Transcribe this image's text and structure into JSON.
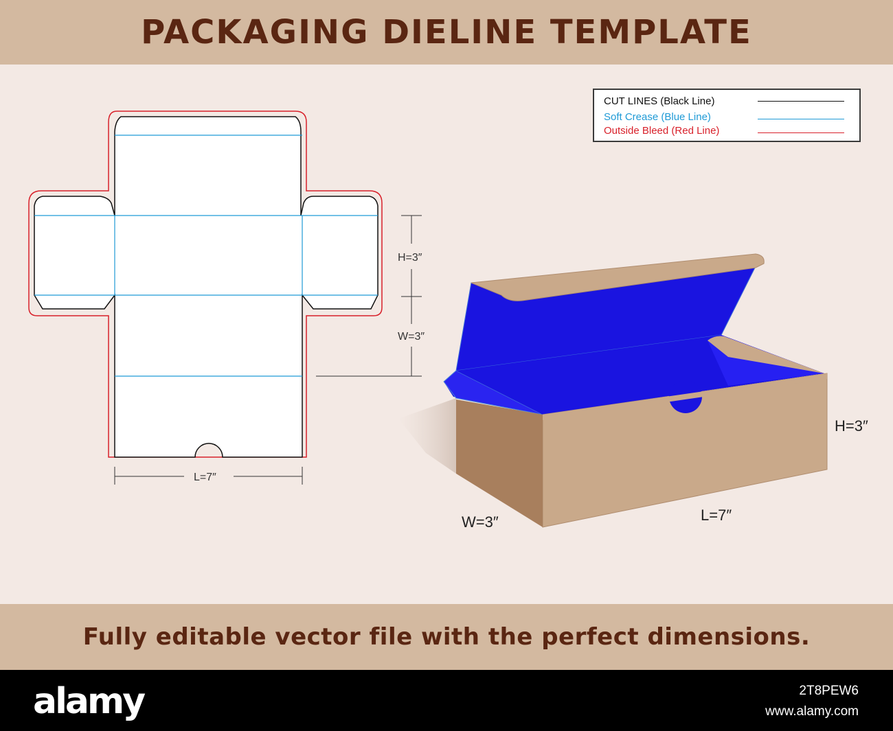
{
  "header": {
    "title": "PACKAGING DIELINE TEMPLATE"
  },
  "footer": {
    "tagline": "Fully editable vector file with the perfect dimensions."
  },
  "legend": {
    "items": [
      {
        "label": "CUT LINES (Black Line)",
        "color": "#111111"
      },
      {
        "label": "Soft Crease (Blue Line)",
        "color": "#1e9ad6"
      },
      {
        "label": "Outside Bleed (Red Line)",
        "color": "#d8202a"
      }
    ]
  },
  "dieline": {
    "length_label": "L=7″",
    "height_label": "H=3″",
    "width_label": "W=3″"
  },
  "box3d": {
    "height_label": "H=3″",
    "length_label": "L=7″",
    "width_label": "W=3″",
    "colors": {
      "kraft": "#c9a98a",
      "kraft_dark": "#a87f5d",
      "inside": "#1a14e0"
    }
  },
  "watermark": {
    "logo": "alamy",
    "image_id": "2T8PEW6",
    "site": "www.alamy.com"
  }
}
